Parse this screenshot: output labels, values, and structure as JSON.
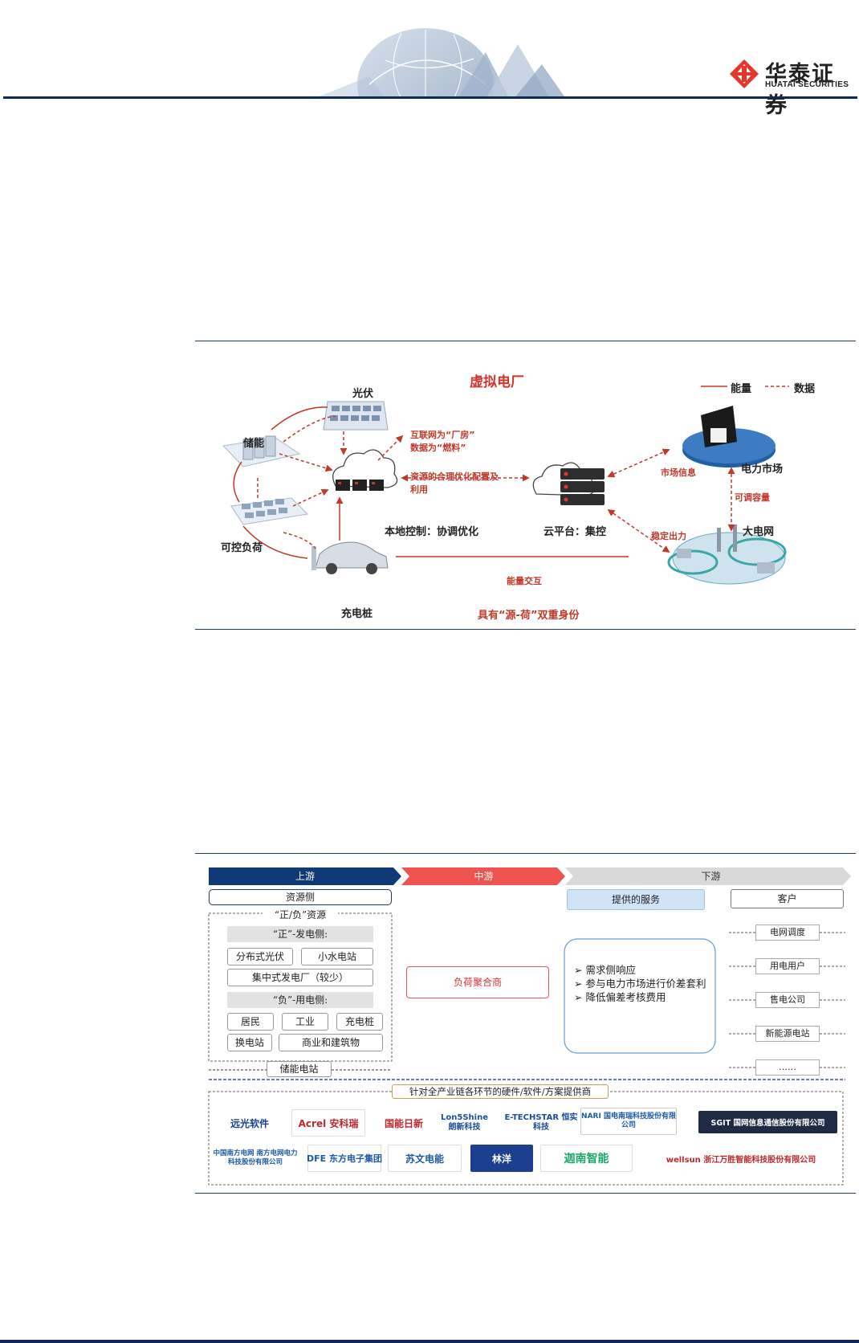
{
  "header": {
    "brand_name": "华泰证券",
    "brand_sub": "HUATAI SECURITIES"
  },
  "figure1": {
    "title": "虚拟电厂",
    "legend_energy": "能量",
    "legend_data": "数据",
    "nodes": {
      "pv": "光伏",
      "storage": "储能",
      "controllable_load": "可控负荷",
      "charging_pile": "充电桩",
      "local_control": "本地控制：协调优化",
      "cloud_platform": "云平台：集控",
      "power_market": "电力市场",
      "grid": "大电网"
    },
    "annotations": {
      "internet_factory": "互联网为“厂房”",
      "data_fuel": "数据为“燃料”",
      "resource_optimize_1": "资源的合理优化配置及",
      "resource_optimize_2": "利用",
      "market_info": "市场信息",
      "adjustable_capacity": "可调容量",
      "stable_output": "稳定出力",
      "energy_interaction": "能量交互",
      "dual_identity": "具有“源-荷”双重身份"
    }
  },
  "figure2": {
    "stages": {
      "upstream": "上游",
      "midstream": "中游",
      "downstream": "下游"
    },
    "resource_side": "资源侧",
    "pos_neg_resources": "“正/负”资源",
    "pos_header": "“正”-发电侧:",
    "pos_items": [
      "分布式光伏",
      "小水电站",
      "集中式发电厂（较少）"
    ],
    "neg_header": "“负”-用电侧:",
    "neg_items": [
      "居民",
      "工业",
      "充电桩",
      "换电站",
      "商业和建筑物"
    ],
    "storage_station": "储能电站",
    "aggregator": "负荷聚合商",
    "services_title": "提供的服务",
    "services": [
      "需求侧响应",
      "参与电力市场进行价差套利",
      "降低偏差考核费用"
    ],
    "customers_title": "客户",
    "customers": [
      "电网调度",
      "用电用户",
      "售电公司",
      "新能源电站",
      "……"
    ],
    "providers_title": "针对全产业链各环节的硬件/软件/方案提供商",
    "logos": [
      {
        "name": "远光软件",
        "color": "#1a3f8f"
      },
      {
        "name": "Acrel 安科瑞",
        "color": "#c0282d"
      },
      {
        "name": "国能日新",
        "color": "#c0282d"
      },
      {
        "name": "Lon5Shine 朗新科技",
        "color": "#1b4e9a"
      },
      {
        "name": "E-TECHSTAR 恒实科技",
        "color": "#1b4e9a"
      },
      {
        "name": "NARI 国电南瑞科技股份有限公司",
        "color": "#1d5aa6"
      },
      {
        "name": "SGIT 国网信息通信股份有限公司",
        "color": "#ffffff"
      },
      {
        "name": "中国南方电网 南方电网电力科技股份有限公司",
        "color": "#1d5aa6"
      },
      {
        "name": "DFE 东方电子集团",
        "color": "#1d5aa6"
      },
      {
        "name": "苏文电能",
        "color": "#1d5aa6"
      },
      {
        "name": "林洋",
        "color": "#ffffff"
      },
      {
        "name": "迦南智能",
        "color": "#1aa56b"
      },
      {
        "name": "wellsun 浙江万胜智能科技股份有限公司",
        "color": "#c0282d"
      }
    ]
  },
  "colors": {
    "brand_red": "#e4362a",
    "navy": "#1f3864",
    "upstream": "#0f3a75",
    "midstream": "#ef5350",
    "downstream": "#d9d9d9",
    "arrow_red": "#c0392b"
  }
}
